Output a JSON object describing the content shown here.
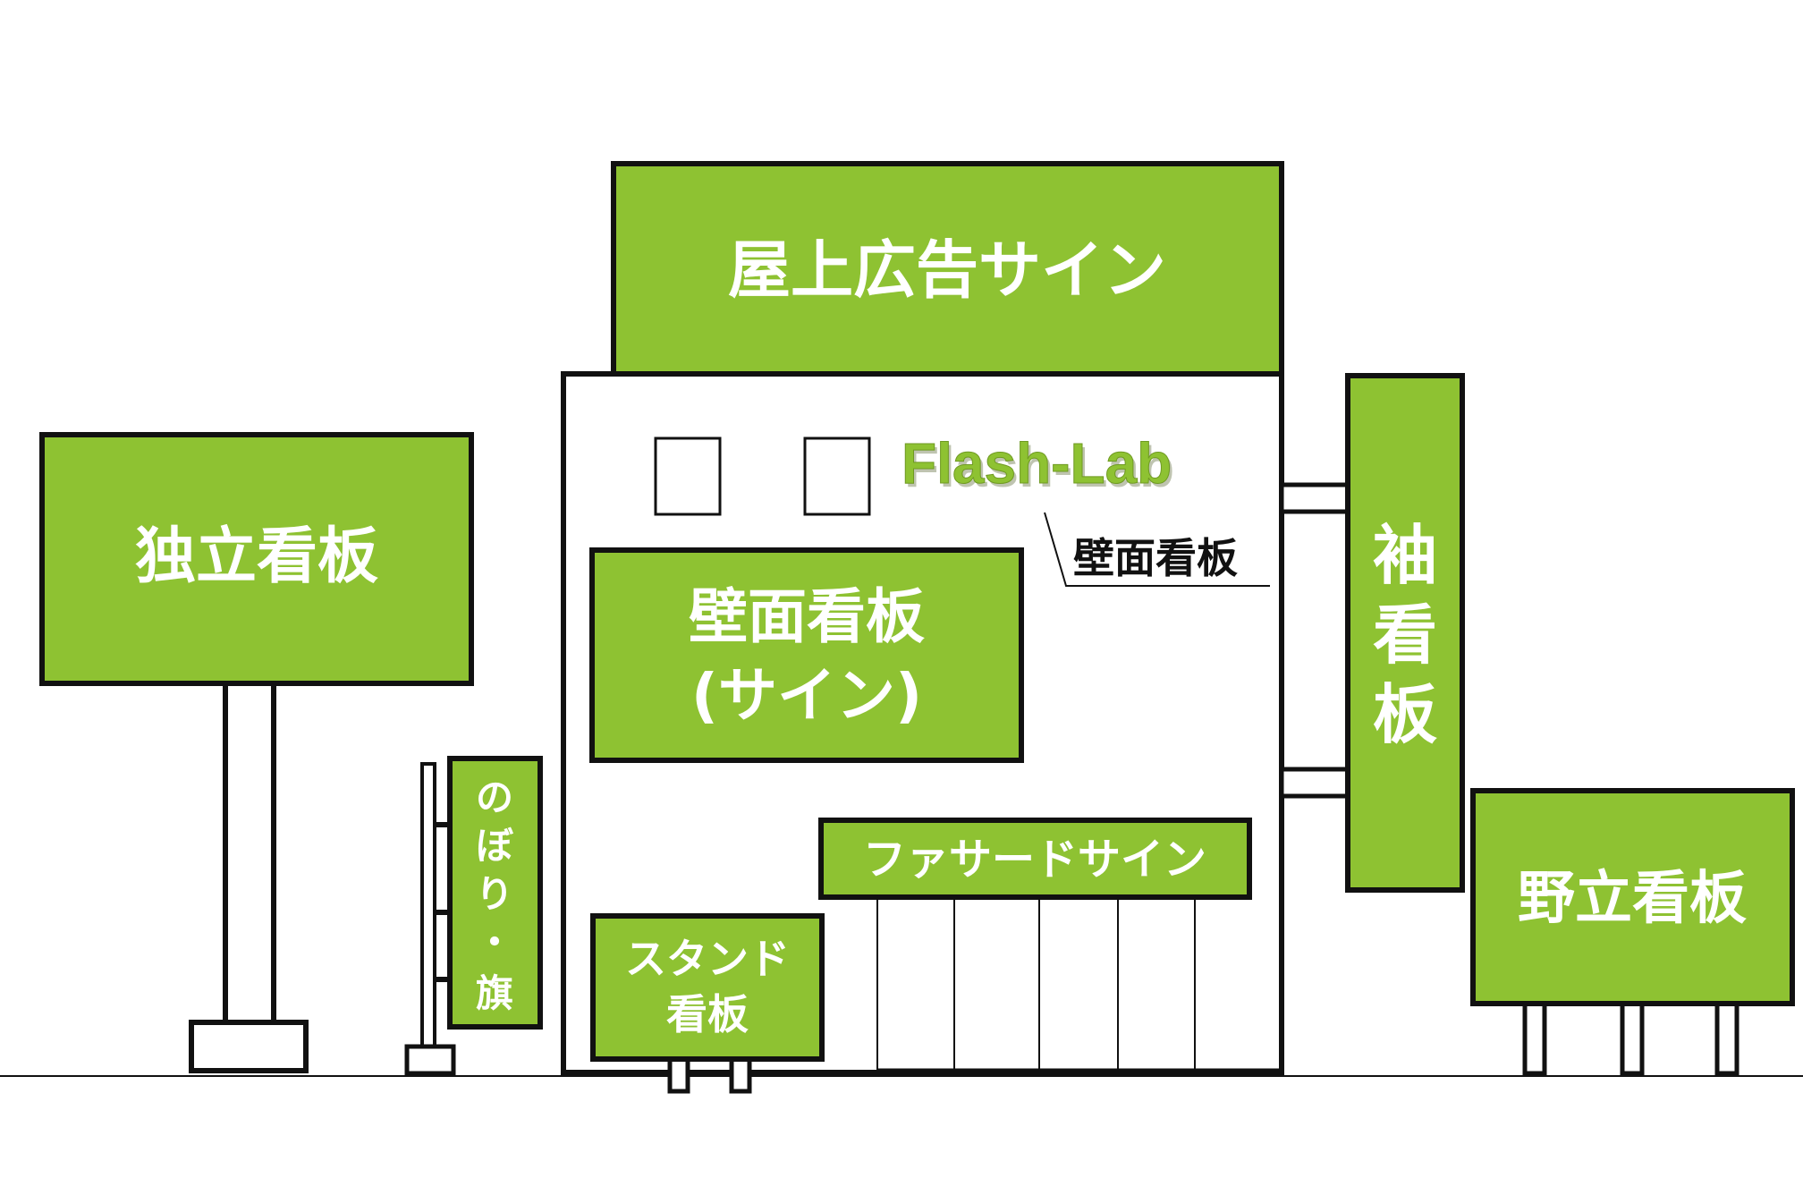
{
  "colors": {
    "sign_green": "#8ec232",
    "outline": "#111111",
    "sign_text": "#ffffff",
    "logo_green": "#8ec232"
  },
  "logo": "Flash-Lab",
  "signs": {
    "rooftop": "屋上広告サイン",
    "freestanding": "独立看板",
    "wall_main_line1": "壁面看板",
    "wall_main_line2": "(サイン)",
    "wall_callout": "壁面看板",
    "projecting": [
      "袖",
      "看",
      "板"
    ],
    "banner_flag": [
      "の",
      "ぼ",
      "り",
      "・",
      "旗"
    ],
    "facade": "ファサードサイン",
    "stand_line1": "スタンド",
    "stand_line2": "看板",
    "billboard": "野立看板"
  }
}
